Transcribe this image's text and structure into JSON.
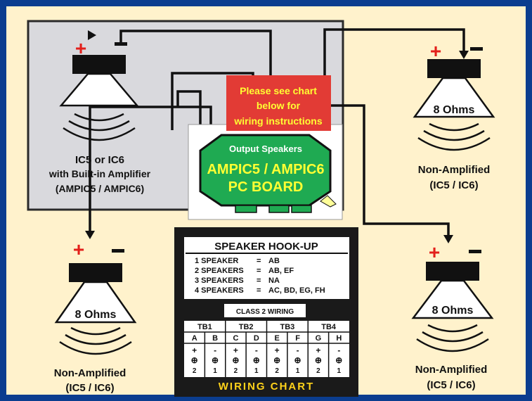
{
  "colors": {
    "border": "#0b3d8f",
    "background": "#fff2cc",
    "gray_panel": "#d9d9dd",
    "note_red": "#e23b35",
    "note_text": "#ffff33",
    "board_green": "#1faa52",
    "board_text": "#ffff33",
    "chart_dark": "#1a1a1a",
    "chart_title": "#ffd21a",
    "plus_red": "#e3201b"
  },
  "speakers": [
    {
      "id": "amplified",
      "plus": "+",
      "minus": "-",
      "ohms": "",
      "label1": "IC5 or IC6",
      "label2": "with Built-in Amplifier",
      "label3": "(AMPIC5 / AMPIC6)"
    },
    {
      "id": "top-right",
      "plus": "+",
      "minus": "-",
      "ohms": "8 Ohms",
      "label1": "Non-Amplified",
      "label2": "(IC5 / IC6)"
    },
    {
      "id": "bottom-left",
      "plus": "+",
      "minus": "-",
      "ohms": "8 Ohms",
      "label1": "Non-Amplified",
      "label2": "(IC5 / IC6)"
    },
    {
      "id": "bottom-right",
      "plus": "+",
      "minus": "-",
      "ohms": "8 Ohms",
      "label1": "Non-Amplified",
      "label2": "(IC5 / IC6)"
    }
  ],
  "note": {
    "line1": "Please see chart",
    "line2": "below for",
    "line3": "wiring instructions"
  },
  "board": {
    "caption": "Output Speakers",
    "line1": "AMPIC5 / AMPIC6",
    "line2": "PC BOARD"
  },
  "chart": {
    "header": "SPEAKER HOOK-UP",
    "rows": [
      {
        "left": "1 SPEAKER",
        "eq": "=",
        "right": "AB"
      },
      {
        "left": "2 SPEAKERS",
        "eq": "=",
        "right": "AB, EF"
      },
      {
        "left": "3 SPEAKERS",
        "eq": "=",
        "right": "NA"
      },
      {
        "left": "4 SPEAKERS",
        "eq": "=",
        "right": "AC, BD, EG, FH"
      }
    ],
    "class_label": "CLASS 2 WIRING",
    "blocks": [
      "TB1",
      "TB2",
      "TB3",
      "TB4"
    ],
    "letters": [
      "A",
      "B",
      "C",
      "D",
      "E",
      "F",
      "G",
      "H"
    ],
    "polarity": [
      "+",
      "-",
      "+",
      "-",
      "+",
      "-",
      "+",
      "-"
    ],
    "terminal": [
      "⊕",
      "⊕",
      "⊕",
      "⊕",
      "⊕",
      "⊕",
      "⊕",
      "⊕"
    ],
    "numbers": [
      "2",
      "1",
      "2",
      "1",
      "2",
      "1",
      "2",
      "1"
    ],
    "footer": "WIRING CHART"
  }
}
